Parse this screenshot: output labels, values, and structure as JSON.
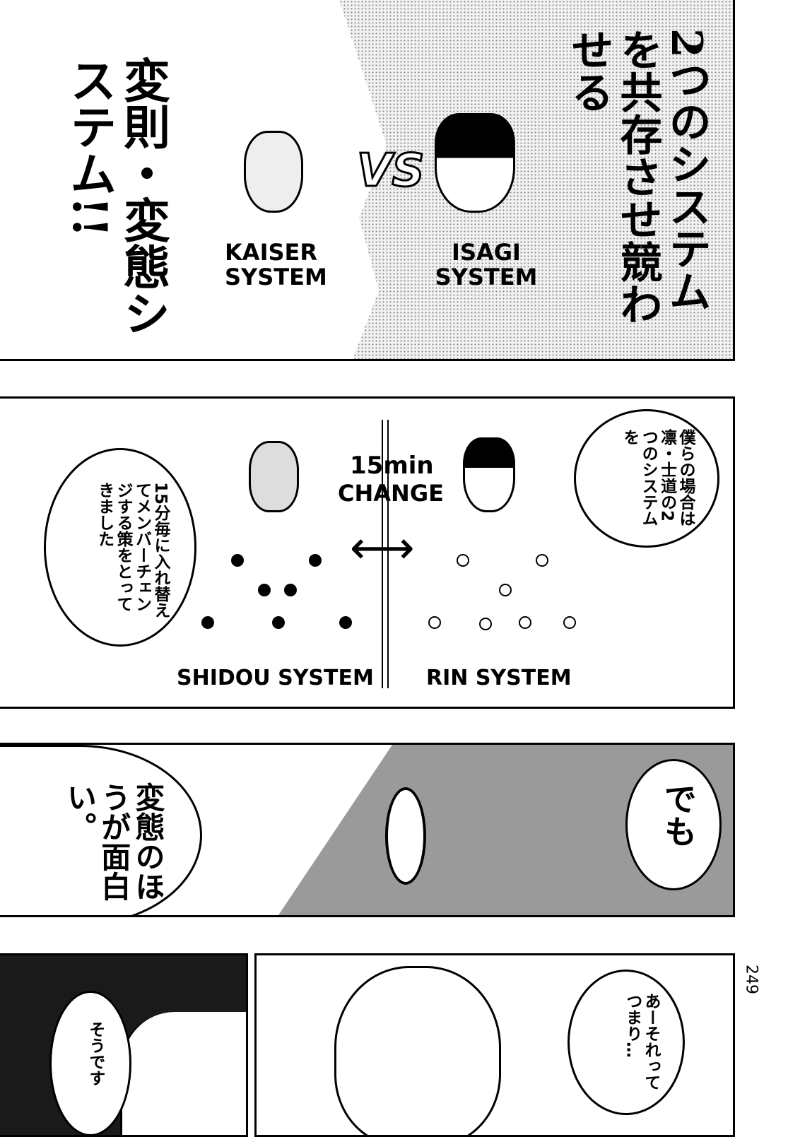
{
  "panel1": {
    "left_title": "変則・変態システム!!",
    "right_title": "2つのシステムを共存させ競わせる",
    "kaiser_label": "KAISER SYSTEM",
    "vs": "VS",
    "isagi_label": "ISAGI SYSTEM"
  },
  "panel2": {
    "right_bubble": "僕らの場合は凛・士道の2つのシステムを",
    "left_bubble": "15分毎に入れ替えてメンバーチェンジする策をとってきました",
    "change_time": "15min",
    "change_label": "CHANGE",
    "shidou_label": "SHIDOU SYSTEM",
    "rin_label": "RIN SYSTEM"
  },
  "panel3": {
    "left_text": "変態のほうが面白い。",
    "right_bubble": "でも"
  },
  "panel4": {
    "left_bubble": "そうです",
    "right_bubble": "あーそれってつまり…"
  },
  "page_number": "249",
  "colors": {
    "ink": "#000000",
    "screentone": "#d8d8d8",
    "gray": "#9a9a9a"
  }
}
